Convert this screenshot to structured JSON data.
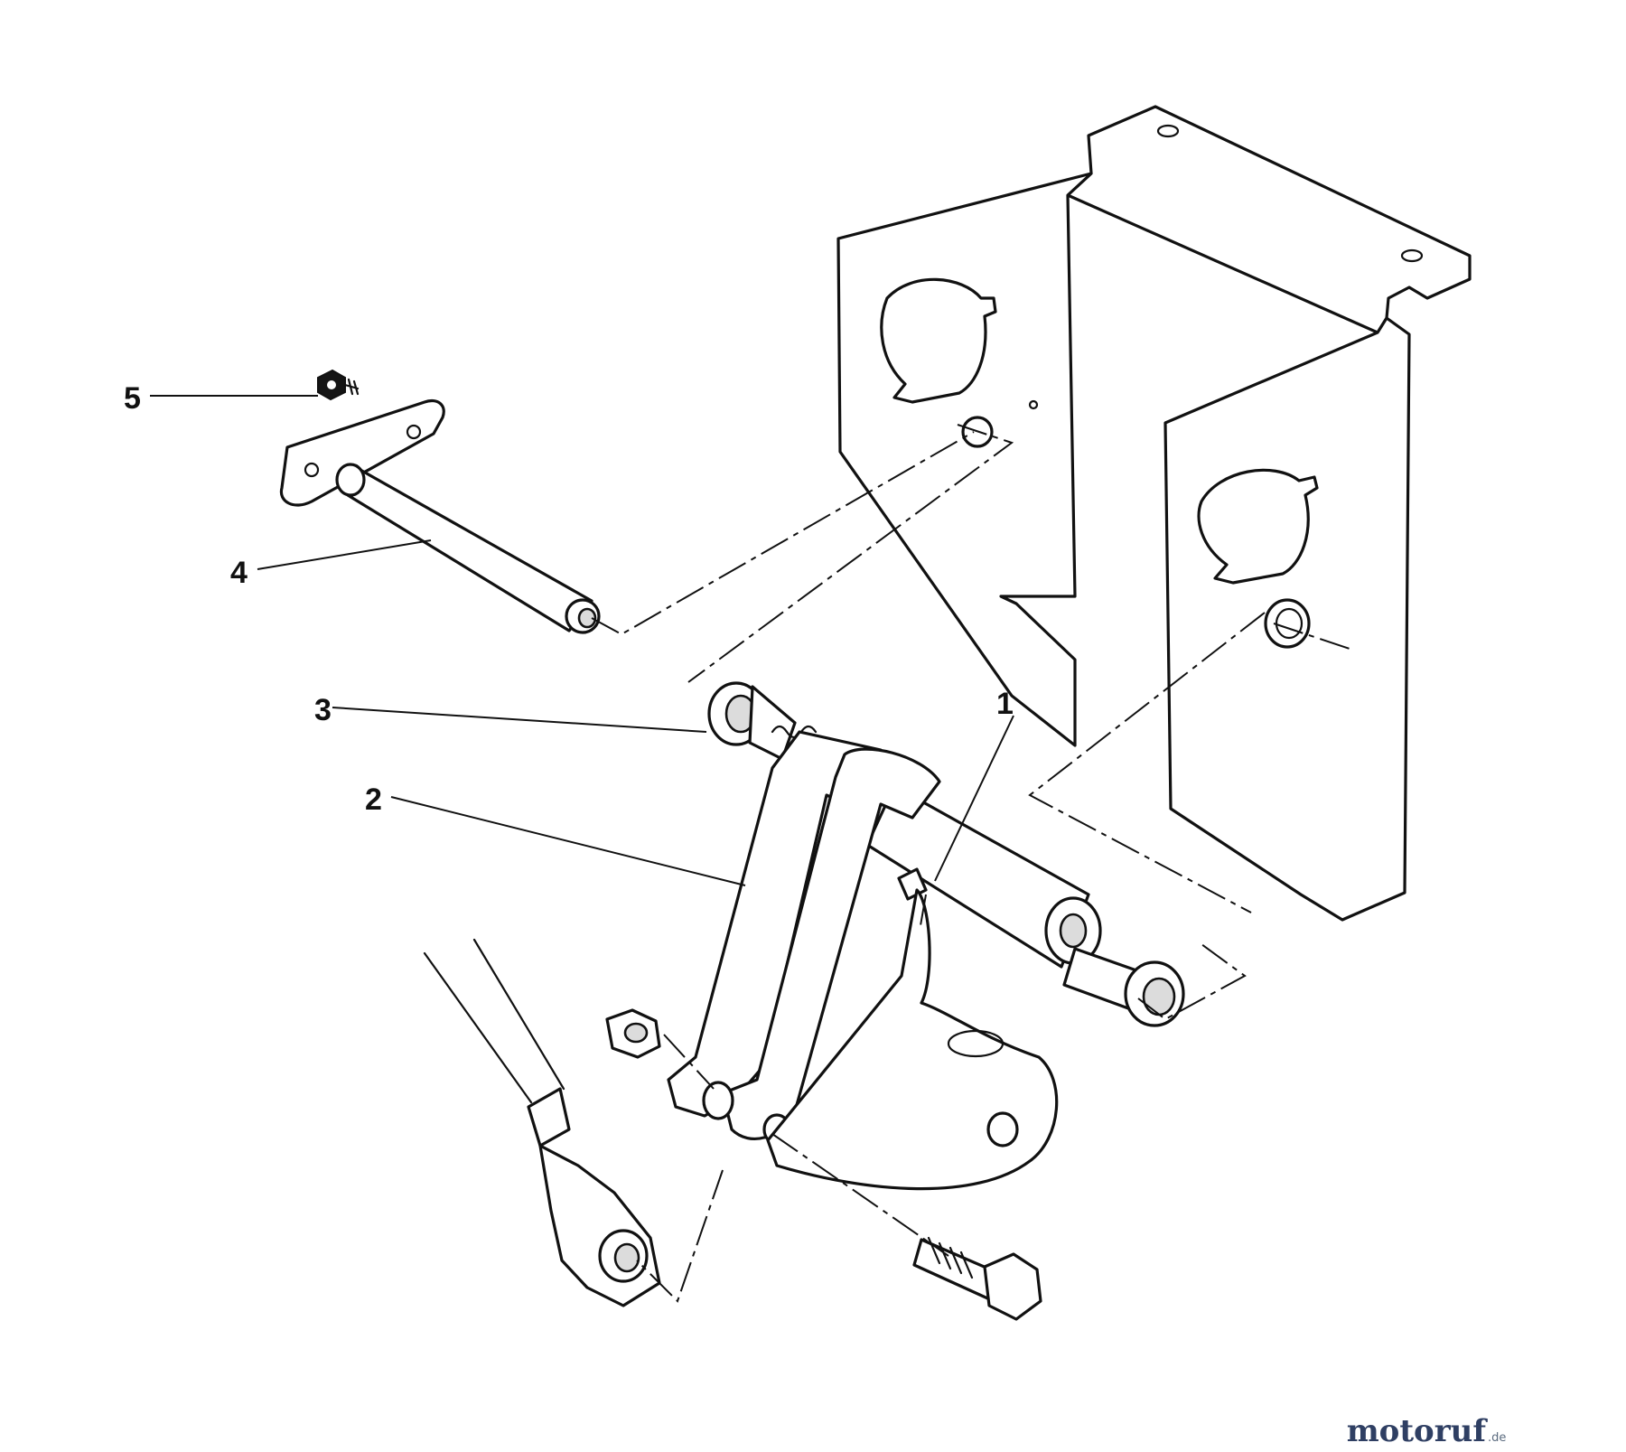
{
  "diagram": {
    "callouts": [
      {
        "id": "1",
        "label": "1"
      },
      {
        "id": "2",
        "label": "2"
      },
      {
        "id": "3",
        "label": "3"
      },
      {
        "id": "4",
        "label": "4"
      },
      {
        "id": "5",
        "label": "5"
      }
    ]
  },
  "watermark": {
    "brand": "motoruf",
    "suffix": ".de",
    "colors": {
      "brand": "#2f3f63",
      "accent": "#e0671e"
    }
  }
}
